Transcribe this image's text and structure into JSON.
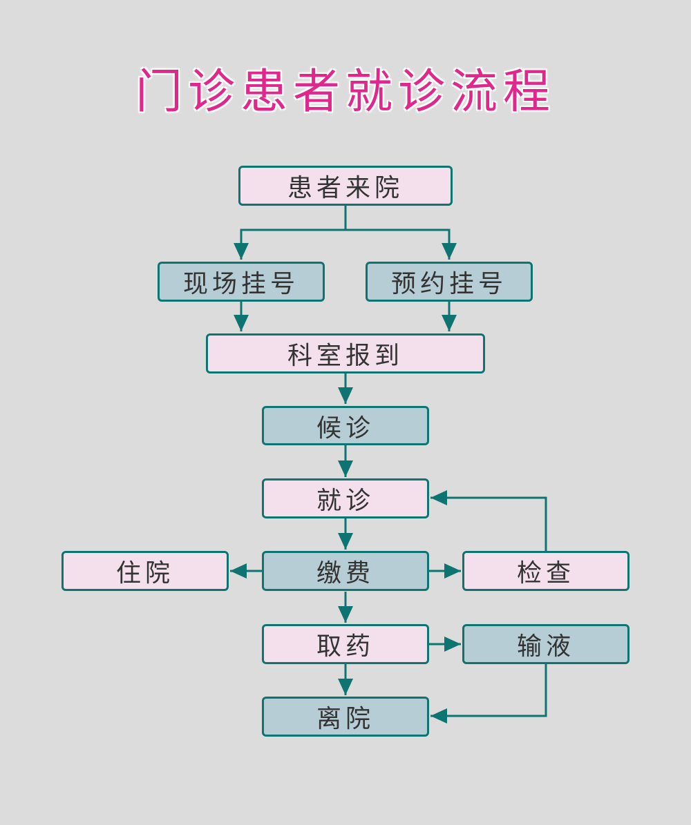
{
  "title": "门诊患者就诊流程",
  "colors": {
    "background": "#dcdcdc",
    "title": "#e0288c",
    "node_pink": "#f3e0ec",
    "node_blue": "#b7cdd6",
    "connector": "#0e7472",
    "text": "#333333"
  },
  "nodes": {
    "arrival": "患者来院",
    "onsite_registration": "现场挂号",
    "appointment_registration": "预约挂号",
    "department_checkin": "科室报到",
    "waiting": "候诊",
    "consultation": "就诊",
    "payment": "缴费",
    "hospitalization": "住院",
    "examination": "检查",
    "pharmacy": "取药",
    "infusion": "输液",
    "discharge": "离院"
  },
  "edges": [
    {
      "from": "arrival",
      "to": "onsite_registration"
    },
    {
      "from": "arrival",
      "to": "appointment_registration"
    },
    {
      "from": "onsite_registration",
      "to": "department_checkin"
    },
    {
      "from": "appointment_registration",
      "to": "department_checkin"
    },
    {
      "from": "department_checkin",
      "to": "waiting"
    },
    {
      "from": "waiting",
      "to": "consultation"
    },
    {
      "from": "consultation",
      "to": "payment"
    },
    {
      "from": "payment",
      "to": "hospitalization"
    },
    {
      "from": "payment",
      "to": "examination"
    },
    {
      "from": "examination",
      "to": "consultation"
    },
    {
      "from": "payment",
      "to": "pharmacy"
    },
    {
      "from": "pharmacy",
      "to": "infusion"
    },
    {
      "from": "pharmacy",
      "to": "discharge"
    },
    {
      "from": "infusion",
      "to": "discharge"
    }
  ]
}
